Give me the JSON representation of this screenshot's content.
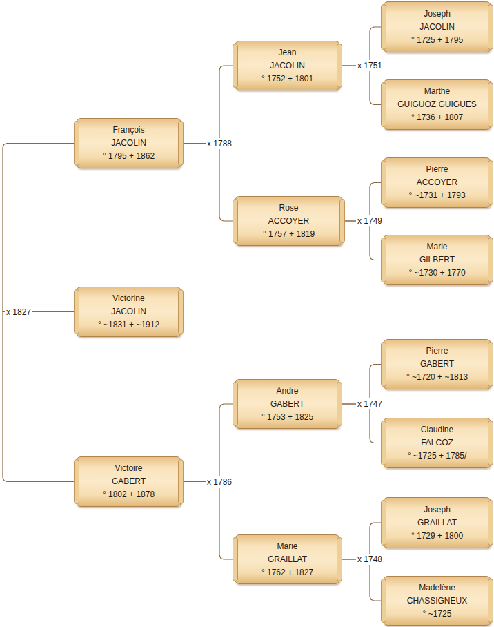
{
  "diagram": {
    "nodes": [
      {
        "text": [
          "Victorine",
          "JACOLIN",
          "° ~1831 + ~1912"
        ]
      },
      {
        "text": [
          "François",
          "JACOLIN",
          "° 1795 + 1862"
        ]
      },
      {
        "text": [
          "Jean",
          "JACOLIN",
          "° 1752 + 1801"
        ]
      },
      {
        "text": [
          "Joseph",
          "JACOLIN",
          "° 1725 + 1795"
        ]
      },
      {
        "text": [
          "Marthe",
          "GUIGUOZ GUIGUES",
          "° 1736 + 1807"
        ]
      },
      {
        "text": [
          "Rose",
          "ACCOYER",
          "° 1757 + 1819"
        ]
      },
      {
        "text": [
          "Pierre",
          "ACCOYER",
          "° ~1731 + 1793"
        ]
      },
      {
        "text": [
          "Marie",
          "GILBERT",
          "° ~1730 + 1770"
        ]
      },
      {
        "text": [
          "Victoire",
          "GABERT",
          "° 1802 + 1878"
        ]
      },
      {
        "text": [
          "Andre",
          "GABERT",
          "° 1753 + 1825"
        ]
      },
      {
        "text": [
          "Pierre",
          "GABERT",
          "° ~1720 + ~1813"
        ]
      },
      {
        "text": [
          "Claudine",
          "FALCOZ",
          "° ~1725 + 1785/"
        ]
      },
      {
        "text": [
          "Marie",
          "GRAILLAT",
          "° 1762 + 1827"
        ]
      },
      {
        "text": [
          "Joseph",
          "GRAILLAT",
          "° 1729 + 1800"
        ]
      },
      {
        "text": [
          "Madelène",
          "CHASSIGNEUX",
          "° ~1725"
        ]
      }
    ],
    "edges": [
      {
        "from": 0,
        "to": 1,
        "label": "x 1827",
        "arrow": "none"
      },
      {
        "from": 0,
        "to": 8,
        "arrow": "none"
      },
      {
        "from": 1,
        "to": 2,
        "label": "x 1788",
        "arrow": "none"
      },
      {
        "from": 1,
        "to": 5,
        "arrow": "none"
      },
      {
        "from": 2,
        "to": 3,
        "label": "x 1751",
        "arrow": "none"
      },
      {
        "from": 2,
        "to": 4,
        "arrow": "none"
      },
      {
        "from": 5,
        "to": 6,
        "label": "x 1749",
        "arrow": "none"
      },
      {
        "from": 5,
        "to": 7,
        "arrow": "none"
      },
      {
        "from": 8,
        "to": 9,
        "label": "x 1786",
        "arrow": "none"
      },
      {
        "from": 8,
        "to": 12,
        "arrow": "none"
      },
      {
        "from": 9,
        "to": 10,
        "label": "x 1747",
        "arrow": "none"
      },
      {
        "from": 9,
        "to": 11,
        "arrow": "none"
      },
      {
        "from": 12,
        "to": 13,
        "label": "x 1748",
        "arrow": "none"
      },
      {
        "from": 12,
        "to": 14,
        "arrow": "none"
      }
    ]
  }
}
